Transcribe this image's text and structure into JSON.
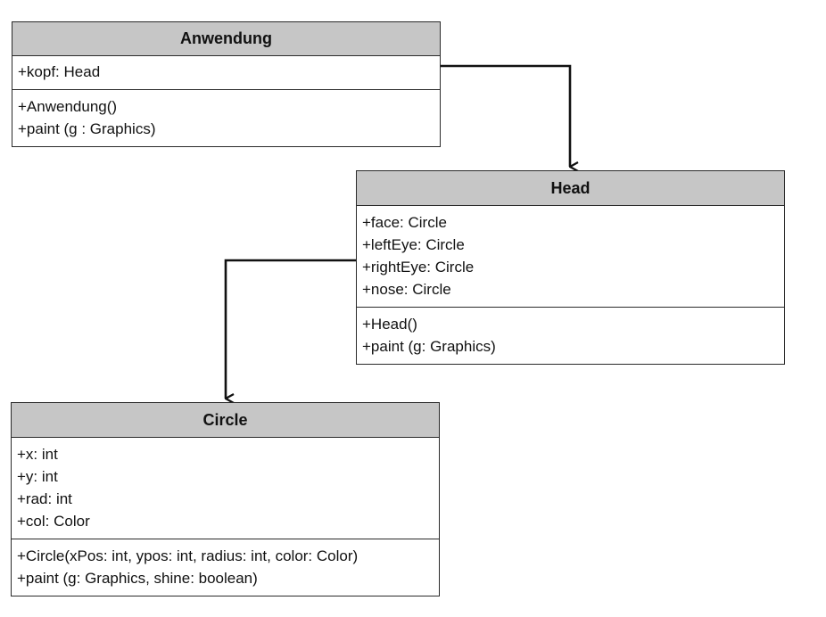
{
  "classes": {
    "anwendung": {
      "name": "Anwendung",
      "attributes": [
        "+kopf: Head"
      ],
      "methods": [
        "+Anwendung()",
        "+paint (g : Graphics)"
      ]
    },
    "head": {
      "name": "Head",
      "attributes": [
        "+face: Circle",
        "+leftEye: Circle",
        "+rightEye: Circle",
        "+nose: Circle"
      ],
      "methods": [
        "+Head()",
        "+paint (g: Graphics)"
      ]
    },
    "circle": {
      "name": "Circle",
      "attributes": [
        "+x: int",
        "+y: int",
        "+rad: int",
        "+col: Color"
      ],
      "methods": [
        "+Circle(xPos: int, ypos: int, radius: int, color: Color)",
        "+paint (g: Graphics, shine: boolean)"
      ]
    }
  },
  "associations": [
    {
      "from": "Anwendung",
      "to": "Head"
    },
    {
      "from": "Head",
      "to": "Circle"
    }
  ],
  "colors": {
    "header_fill": "#c6c6c6",
    "border": "#2a2a2a",
    "connector": "#111111"
  }
}
